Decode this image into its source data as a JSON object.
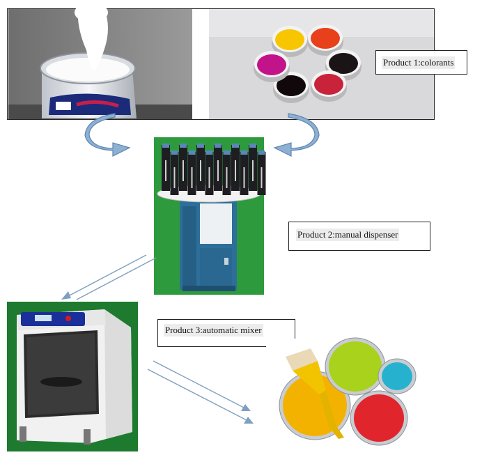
{
  "labels": {
    "product1": "Product 1:colorants",
    "product2": "Product 2:manual dispenser",
    "product3": "Product 3:automatic mixer"
  },
  "colors": {
    "arrow_fill": "#8eb0d2",
    "arrow_stroke": "#5d86b0",
    "line_arrow": "#7f9fc0",
    "dispenser_bg": "#2e9a3e",
    "mixer_bg": "#1d7a2f",
    "dispenser_cabinet": "#2d6f9a",
    "colorant_colors": [
      "#f7c600",
      "#e8401a",
      "#1a1417",
      "#c8233a",
      "#10080a",
      "#c2138a"
    ],
    "can_colors": [
      "#f4b200",
      "#a8d21c",
      "#26b2cf",
      "#e0252d"
    ]
  },
  "icons": {
    "white_paint": "paint-bucket-photo",
    "colorants": "colorant-cups-photo",
    "dispenser": "manual-dispenser-photo",
    "mixer": "automatic-mixer-photo",
    "paint_cans": "paint-cans-photo"
  }
}
